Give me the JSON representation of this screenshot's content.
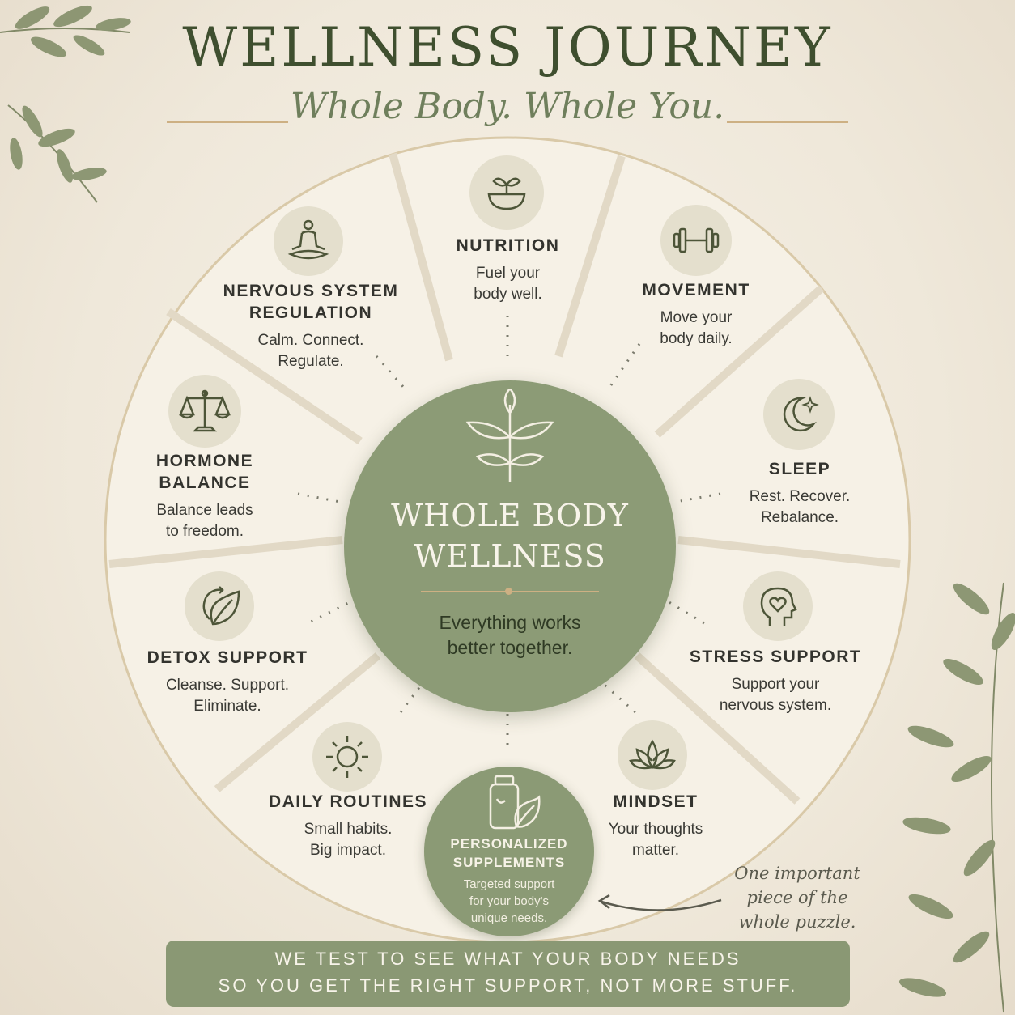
{
  "header": {
    "title": "WELLNESS JOURNEY",
    "subtitle": "Whole Body. Whole You."
  },
  "center": {
    "title_line1": "WHOLE BODY",
    "title_line2": "WELLNESS",
    "tagline_line1": "Everything works",
    "tagline_line2": "better together."
  },
  "segments": [
    {
      "name_line1": "NUTRITION",
      "name_line2": "",
      "desc_line1": "Fuel your",
      "desc_line2": "body well.",
      "icon": "bowl-sprout-icon"
    },
    {
      "name_line1": "MOVEMENT",
      "name_line2": "",
      "desc_line1": "Move your",
      "desc_line2": "body daily.",
      "icon": "dumbbell-icon"
    },
    {
      "name_line1": "SLEEP",
      "name_line2": "",
      "desc_line1": "Rest. Recover.",
      "desc_line2": "Rebalance.",
      "icon": "moon-stars-icon"
    },
    {
      "name_line1": "STRESS SUPPORT",
      "name_line2": "",
      "desc_line1": "Support your",
      "desc_line2": "nervous system.",
      "icon": "head-heart-icon"
    },
    {
      "name_line1": "MINDSET",
      "name_line2": "",
      "desc_line1": "Your thoughts",
      "desc_line2": "matter.",
      "icon": "lotus-icon"
    },
    {
      "name_line1": "DAILY ROUTINES",
      "name_line2": "",
      "desc_line1": "Small habits.",
      "desc_line2": "Big impact.",
      "icon": "sun-icon"
    },
    {
      "name_line1": "DETOX SUPPORT",
      "name_line2": "",
      "desc_line1": "Cleanse. Support.",
      "desc_line2": "Eliminate.",
      "icon": "leaf-cycle-icon"
    },
    {
      "name_line1": "HORMONE",
      "name_line2": "BALANCE",
      "desc_line1": "Balance leads",
      "desc_line2": "to freedom.",
      "icon": "scales-icon"
    },
    {
      "name_line1": "NERVOUS SYSTEM",
      "name_line2": "REGULATION",
      "desc_line1": "Calm. Connect.",
      "desc_line2": "Regulate.",
      "icon": "meditation-icon"
    }
  ],
  "supplements": {
    "name_line1": "PERSONALIZED",
    "name_line2": "SUPPLEMENTS",
    "desc_line1": "Targeted support",
    "desc_line2": "for your body's",
    "desc_line3": "unique needs.",
    "icon": "supplement-bottle-icon"
  },
  "note": {
    "line1": "One important",
    "line2": "piece of the",
    "line3": "whole puzzle."
  },
  "banner": {
    "line1": "WE TEST TO SEE WHAT YOUR BODY NEEDS",
    "line2": "SO YOU GET THE RIGHT SUPPORT, NOT MORE STUFF."
  },
  "colors": {
    "sage": "#8c9b76",
    "dark_green": "#3f4f2f",
    "gold": "#cdb083",
    "cream": "#f4efe3"
  }
}
